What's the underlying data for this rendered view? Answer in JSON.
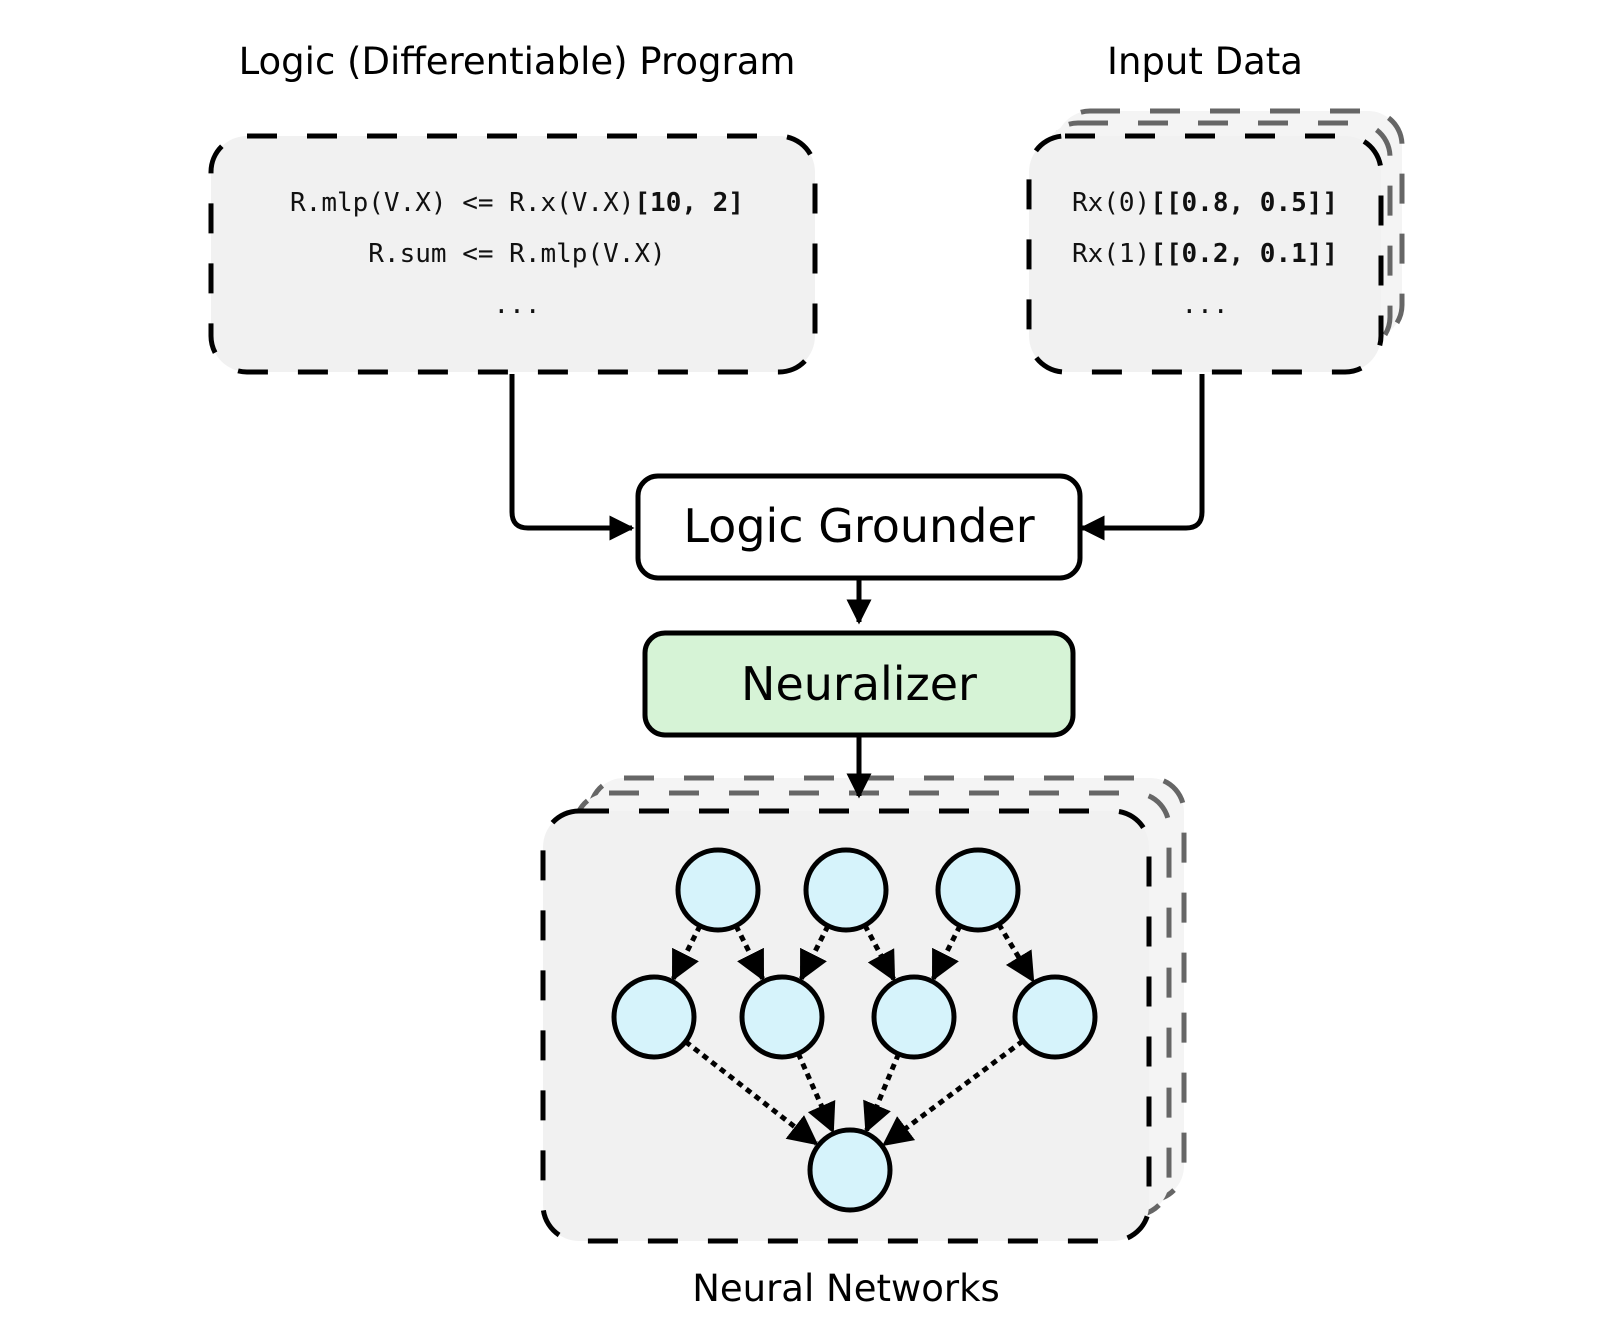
{
  "program": {
    "title": "Logic (Differentiable) Program",
    "lines": [
      {
        "normal": "R.mlp(V.X) <= R.x(V.X)",
        "bold": "[10, 2]"
      },
      {
        "normal": "R.sum <= R.mlp(V.X)",
        "bold": ""
      },
      {
        "normal": "...",
        "bold": ""
      }
    ]
  },
  "input": {
    "title": "Input Data",
    "lines": [
      {
        "normal": "Rx(0)",
        "bold": "[[0.8, 0.5]]"
      },
      {
        "normal": "Rx(1)",
        "bold": "[[0.2, 0.1]]"
      },
      {
        "normal": "...",
        "bold": ""
      }
    ]
  },
  "grounder": {
    "label": "Logic Grounder"
  },
  "neuralizer": {
    "label": "Neuralizer",
    "fill": "#d6f3d6"
  },
  "networks": {
    "title": "Neural Networks",
    "node_fill": "#d6f3fb",
    "layers": [
      3,
      4,
      1
    ]
  },
  "colors": {
    "panel_fill": "#f1f1f1",
    "stroke": "#000000",
    "shadow_stroke": "#666666"
  }
}
